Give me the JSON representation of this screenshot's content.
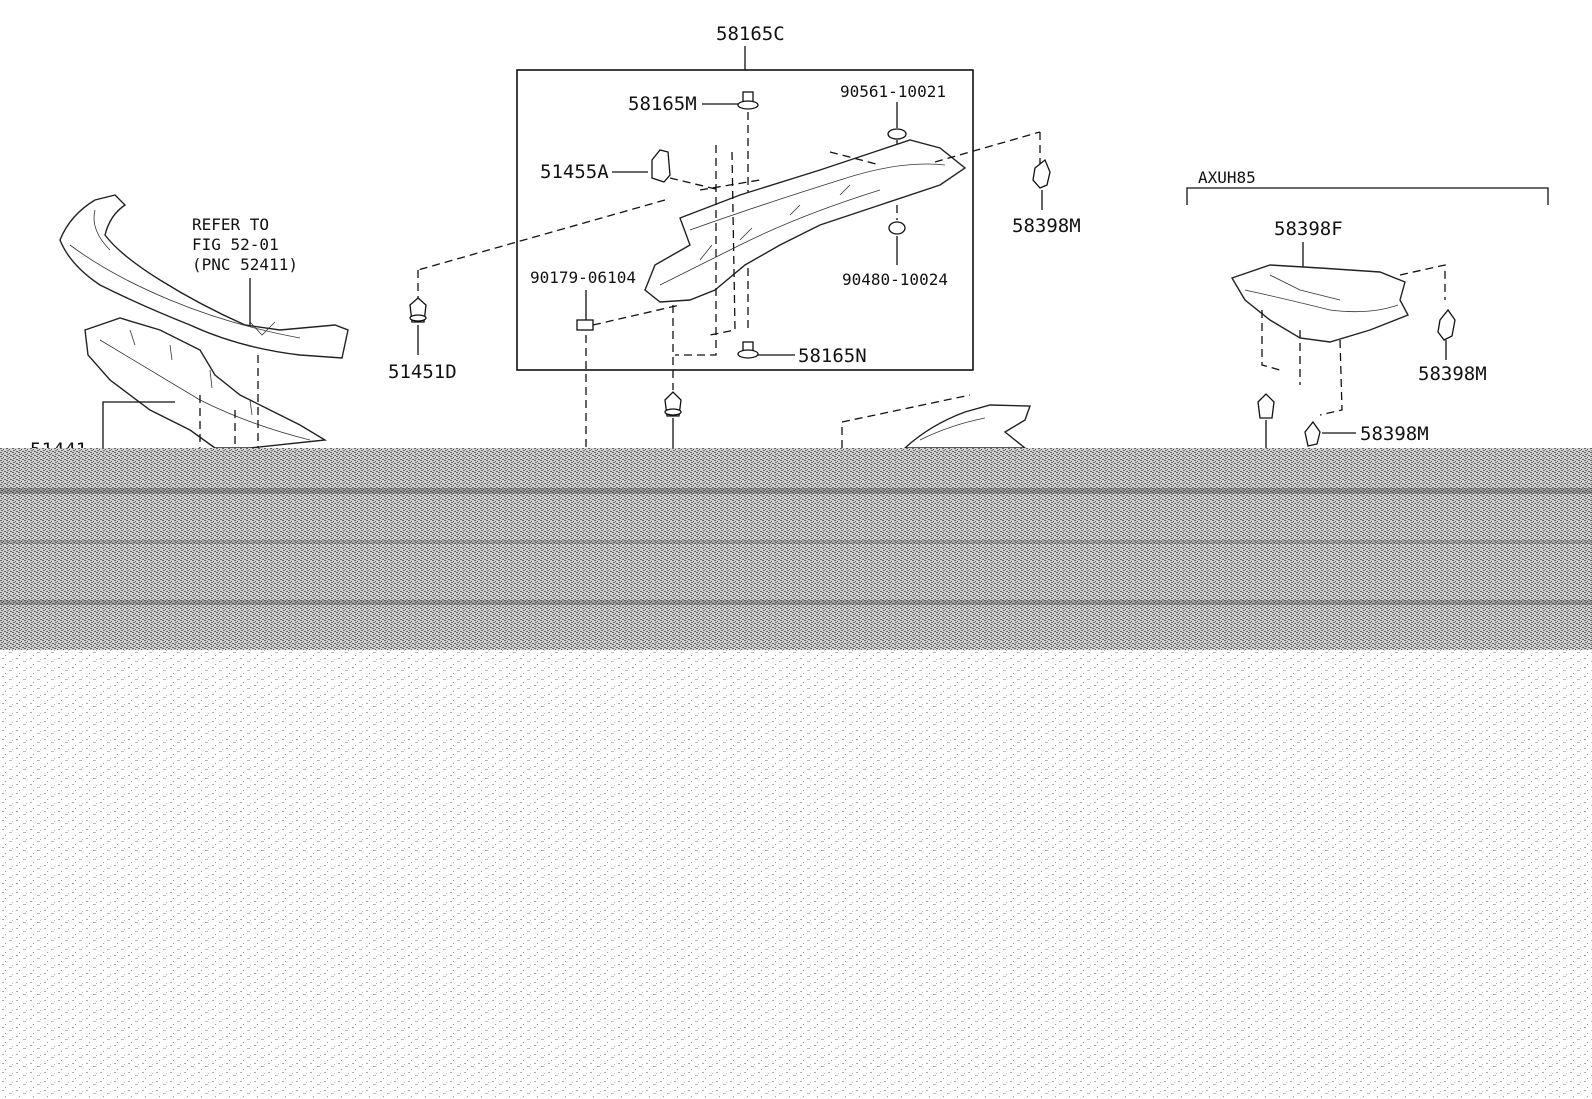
{
  "diagram": {
    "group_label": "58165C",
    "variant_label": "AXUH85",
    "refer_note": [
      "REFER TO",
      "FIG 52-01",
      "(PNC 52411)"
    ],
    "labels": {
      "p58165m": "58165M",
      "p51455a": "51455A",
      "p90561": "90561-10021",
      "p90480": "90480-10024",
      "p90179": "90179-06104",
      "p58165n": "58165N",
      "p58398m_top": "58398M",
      "p51451d": "51451D",
      "p58398f": "58398F",
      "p58398m_right": "58398M",
      "p58398m_lower": "58398M",
      "p51441_partial": "51441"
    },
    "corruption": {
      "description_visible": false,
      "band_color": "#888888",
      "noise_color": "#999999"
    }
  }
}
